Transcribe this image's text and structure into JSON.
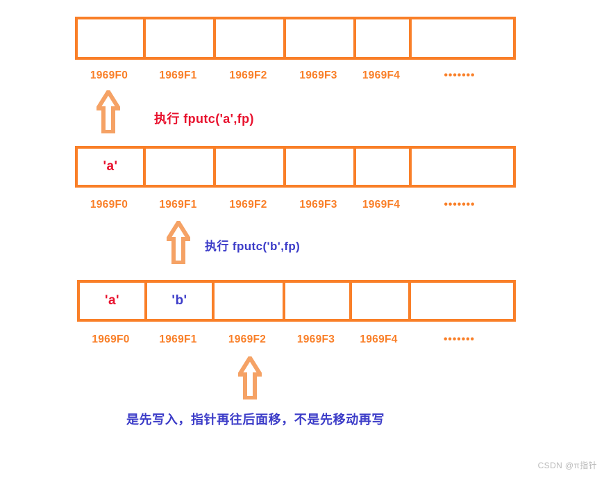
{
  "diagram": {
    "title": "fputc file pointer advance illustration",
    "colors": {
      "cell_border": "#F97F28",
      "address_text": "#F97F28",
      "arrow_stroke": "#F5A265",
      "arrow_fill": "#FFFFFF",
      "red_text": "#E8112D",
      "blue_text": "#3C3CC8",
      "background": "#FFFFFF",
      "watermark": "#B9B9B9"
    },
    "addresses": [
      "1969F0",
      "1969F1",
      "1969F2",
      "1969F3",
      "1969F4"
    ],
    "ellipsis": "•••••••",
    "rows": [
      {
        "id": "row-initial",
        "cells": [
          {
            "value": "",
            "color": ""
          },
          {
            "value": "",
            "color": ""
          },
          {
            "value": "",
            "color": ""
          },
          {
            "value": "",
            "color": ""
          },
          {
            "value": "",
            "color": ""
          },
          {
            "value": "",
            "color": ""
          }
        ],
        "pointer_address": "1969F0",
        "pointer_index": 0
      },
      {
        "id": "row-after-a",
        "cells": [
          {
            "value": "'a'",
            "color": "red"
          },
          {
            "value": "",
            "color": ""
          },
          {
            "value": "",
            "color": ""
          },
          {
            "value": "",
            "color": ""
          },
          {
            "value": "",
            "color": ""
          },
          {
            "value": "",
            "color": ""
          }
        ],
        "pointer_address": "1969F1",
        "pointer_index": 1
      },
      {
        "id": "row-after-b",
        "cells": [
          {
            "value": "'a'",
            "color": "red"
          },
          {
            "value": "'b'",
            "color": "blue"
          },
          {
            "value": "",
            "color": ""
          },
          {
            "value": "",
            "color": ""
          },
          {
            "value": "",
            "color": ""
          },
          {
            "value": "",
            "color": ""
          }
        ],
        "pointer_address": "1969F2",
        "pointer_index": 2
      }
    ],
    "captions": {
      "step1": "执行 fputc('a',fp)",
      "step2": "执行 fputc('b',fp)",
      "conclusion": "是先写入，指针再往后面移，不是先移动再写"
    },
    "watermark": "CSDN @π指针"
  }
}
